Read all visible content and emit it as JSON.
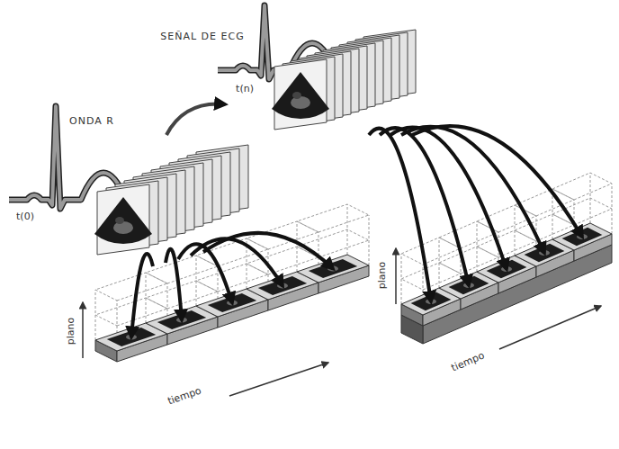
{
  "diagram": {
    "labels": [
      "SEÑAL DE ECG",
      "t(n)",
      "ONDA R",
      "t(0)",
      "plano",
      "tiempo",
      "plano",
      "tiempo"
    ]
  }
}
